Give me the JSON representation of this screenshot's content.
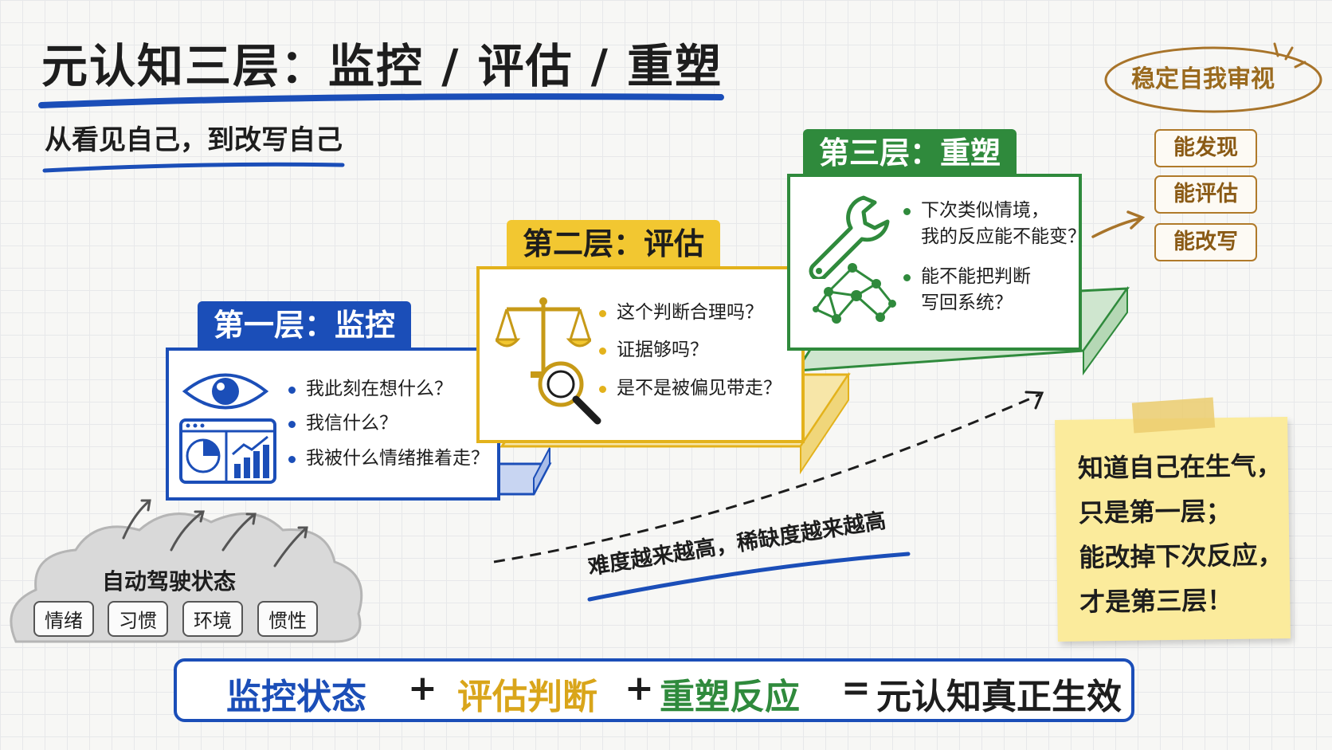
{
  "header": {
    "title": "元认知三层：监控 / 评估 / 重塑",
    "subtitle": "从看见自己，到改写自己"
  },
  "layer1": {
    "tab": "第一层：监控",
    "bullets": [
      "我此刻在想什么？",
      "我信什么？",
      "我被什么情绪推着走？"
    ]
  },
  "layer2": {
    "tab": "第二层：评估",
    "bullets": [
      "这个判断合理吗？",
      "证据够吗？",
      "是不是被偏见带走？"
    ]
  },
  "layer3": {
    "tab": "第三层：重塑",
    "bullets": [
      [
        "下次类似情境，",
        "我的反应能不能变？"
      ],
      [
        "能不能把判断",
        "写回系统？"
      ]
    ]
  },
  "autopilot": {
    "label": "自动驾驶状态",
    "chips": [
      "情绪",
      "习惯",
      "环境",
      "惯性"
    ]
  },
  "difficulty_label": "难度越来越高，稀缺度越来越高",
  "side": {
    "title": "稳定自我审视",
    "items": [
      "能发现",
      "能评估",
      "能改写"
    ]
  },
  "note": {
    "lines": [
      "知道自己在生气，",
      "只是第一层；",
      "能改掉下次反应，",
      "才是第三层！"
    ]
  },
  "formula": {
    "part1": "监控状态",
    "plus1": "+",
    "part2": "评估判断",
    "plus2": "+",
    "part3": "重塑反应",
    "equals": "=",
    "result": "元认知真正生效"
  },
  "colors": {
    "blue": "#1b4eb8",
    "yellow": "#e3b21c",
    "green": "#2f8a3c",
    "brown": "#a8742a",
    "dark": "#1d1d1d"
  },
  "icons": {
    "layer1": [
      "eye-icon",
      "dashboard-icon"
    ],
    "layer2": [
      "balance-scale-icon",
      "magnifier-icon"
    ],
    "layer3": [
      "wrench-icon",
      "network-icon"
    ]
  }
}
